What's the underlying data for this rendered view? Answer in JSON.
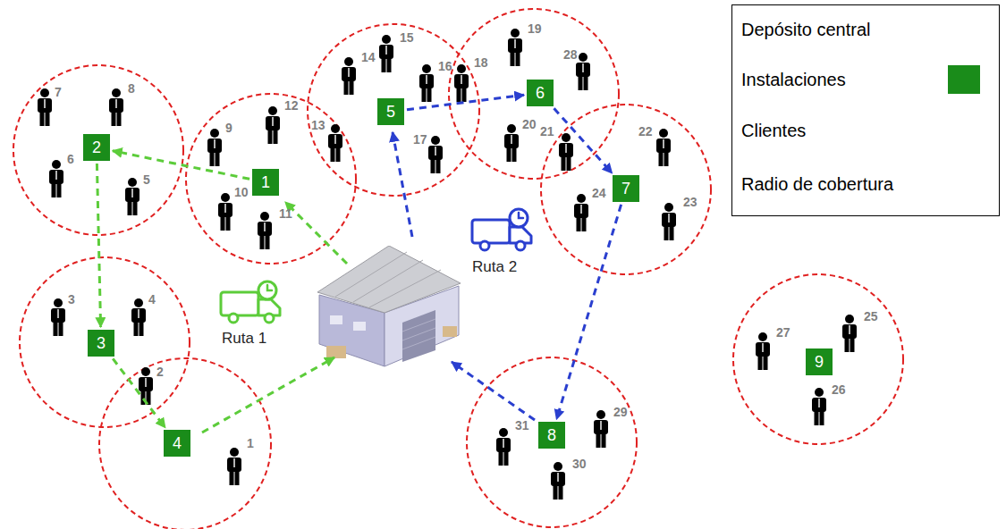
{
  "diagram": {
    "nodes": [
      {
        "text": [
          "1"
        ]
      },
      {
        "text": [
          "2"
        ]
      },
      {
        "text": [
          "3"
        ]
      },
      {
        "text": [
          "4"
        ]
      },
      {
        "text": [
          "5"
        ]
      },
      {
        "text": [
          "6"
        ]
      },
      {
        "text": [
          "7"
        ]
      },
      {
        "text": [
          "8"
        ]
      },
      {
        "text": [
          "9"
        ]
      }
    ],
    "edges": [
      {
        "from": 0,
        "to": 1,
        "arrow": "to"
      },
      {
        "from": 1,
        "to": 2,
        "arrow": "to"
      },
      {
        "from": 2,
        "to": 3,
        "arrow": "to"
      },
      {
        "from": 4,
        "to": 5,
        "arrow": "to"
      },
      {
        "from": 5,
        "to": 6,
        "arrow": "to"
      },
      {
        "from": 6,
        "to": 7,
        "arrow": "to"
      }
    ],
    "labels": [
      "1",
      "2",
      "3",
      "4",
      "5",
      "6",
      "7",
      "8",
      "9",
      "10",
      "11",
      "12",
      "13",
      "14",
      "15",
      "16",
      "17",
      "18",
      "19",
      "20",
      "21",
      "22",
      "23",
      "24",
      "25",
      "26",
      "27",
      "28",
      "29",
      "30",
      "31",
      "Ruta 1",
      "Ruta 2"
    ],
    "legend": [
      {
        "text": "Depósito central"
      },
      {
        "text": "Instalaciones",
        "color": "#1a8c1a"
      },
      {
        "text": "Clientes"
      },
      {
        "text": "Radio de cobertura"
      }
    ]
  }
}
